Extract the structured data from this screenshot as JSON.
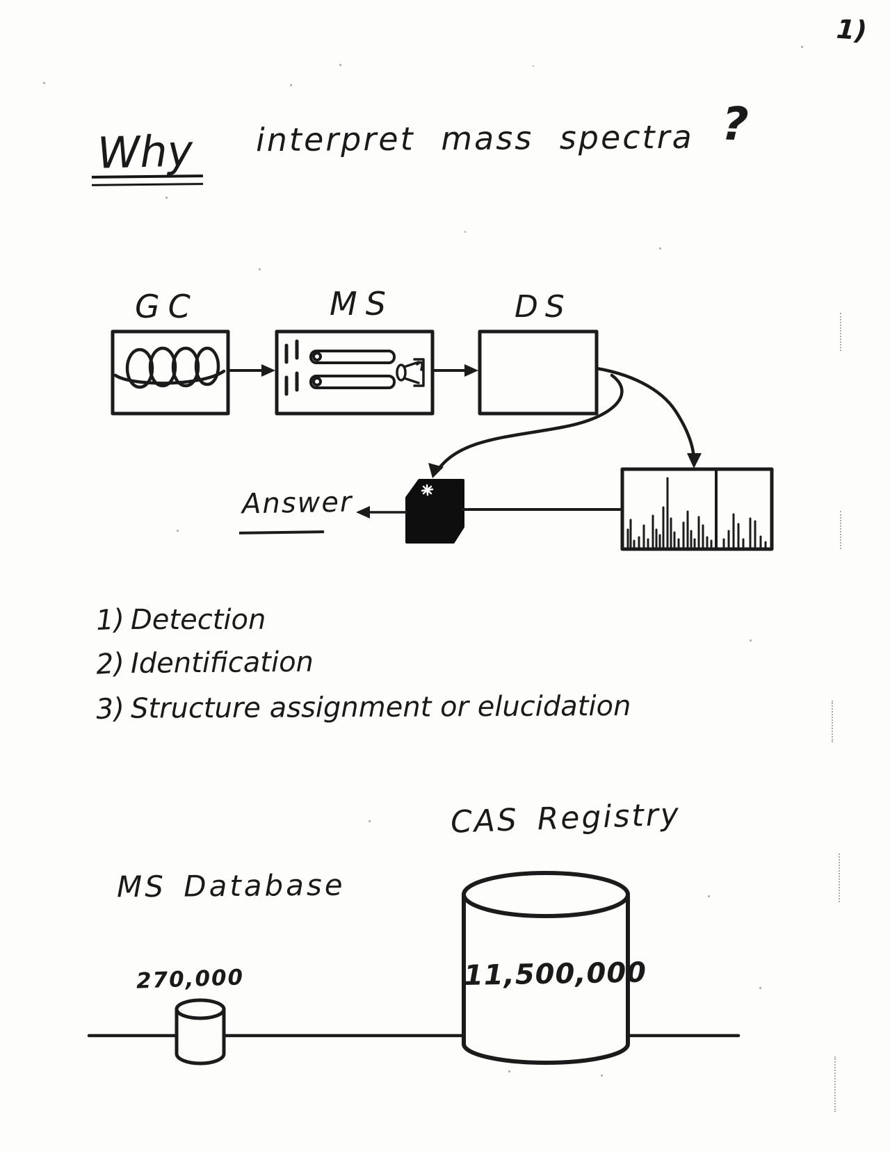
{
  "page": {
    "corner_number": "1)"
  },
  "title": {
    "keyword": "Why",
    "phrase": "interpret mass spectra",
    "question_mark": "?"
  },
  "flow": {
    "gc_label": "GC",
    "ms_label": "MS",
    "ds_label": "DS",
    "answer_label": "Answer"
  },
  "purposes": {
    "items": [
      {
        "num": "1)",
        "text": "Detection"
      },
      {
        "num": "2)",
        "text": "Identification"
      },
      {
        "num": "3)",
        "text": "Structure assignment or elucidation"
      }
    ]
  },
  "databases": {
    "ms_database": {
      "label": "MS Database",
      "count": "270,000"
    },
    "cas_registry": {
      "label": "CAS Registry",
      "count": "11,500,000"
    }
  },
  "colors": {
    "ink": "#1b1b1b",
    "paper": "#fdfdfc"
  }
}
